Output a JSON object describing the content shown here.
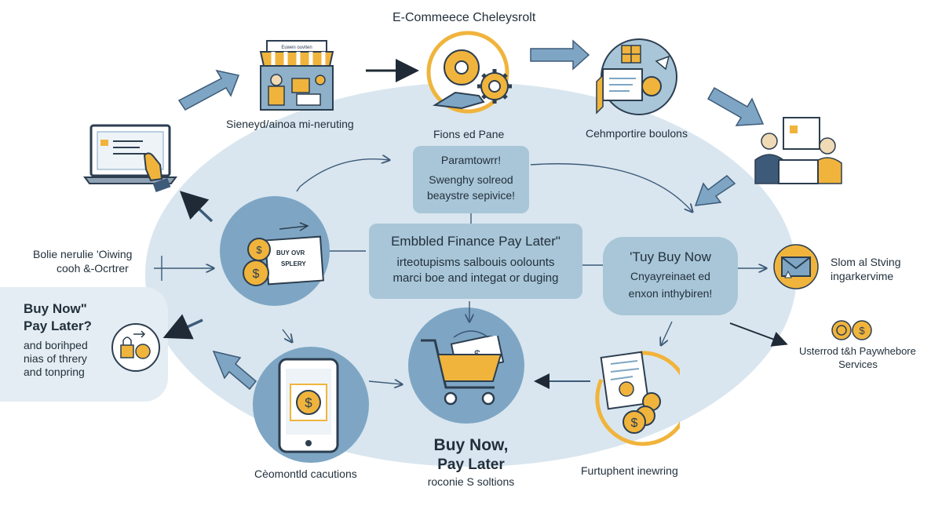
{
  "title": "E-Commeece Cheleysrolt",
  "top_nodes": {
    "storefront": {
      "label": "Sieneyd/ainoa mi-neruting",
      "sign": "Euwen ouviten"
    },
    "finance_pane": {
      "label": "Fions ed Pane"
    },
    "commerce_solutions": {
      "label": "Cehmportire boulons"
    }
  },
  "left_nodes": {
    "laptop_label_line1": "Bolie nerulie 'Oiwing",
    "laptop_label_line2": "cooh &-Ocrtrer",
    "bnpl_panel": {
      "heading_line1": "Buy Now\"",
      "heading_line2": "Pay Later?",
      "sub_line1": "and borihped",
      "sub_line2": "nias of threry",
      "sub_line3": "and tonpring"
    }
  },
  "center": {
    "top_box": {
      "line1": "Paramtowrr!",
      "line2": "Swenghy solreod",
      "line3": "beaystre sepivice!"
    },
    "main_box": {
      "line1": "Embbled Finance Pay Later\"",
      "line2": "irteotupisms salbouis oolounts",
      "line3": "marci boe and integat or duging"
    },
    "card_circle_text_line1": "BUY OVR",
    "card_circle_text_line2": "SPLERY",
    "right_box": {
      "line1": "'Tuy Buy Now",
      "line2": "Cnyayreinaet ed",
      "line3": "enxon inthybiren!"
    },
    "bottom_title_line1": "Buy Now,",
    "bottom_title_line2": "Pay Later",
    "bottom_title_line3": "roconie S soltions"
  },
  "bottom_nodes": {
    "tablet_label": "Cèomontld cacutions",
    "coins_label": "Furtuphent inewring"
  },
  "right_nodes": {
    "email_label_line1": "Slom al Stving",
    "email_label_line2": "ingarkervime",
    "services_label_line1": "Usterrod t&h Paywhebore",
    "services_label_line2": "Services"
  },
  "colors": {
    "ellipse_fill": "#d9e6ef",
    "box_fill": "#a9c6d8",
    "circle_fill": "#7ea6c4",
    "accent_gold": "#f0b43c",
    "arrow_blue": "#6d93b4",
    "dark_line": "#3d5a78"
  }
}
